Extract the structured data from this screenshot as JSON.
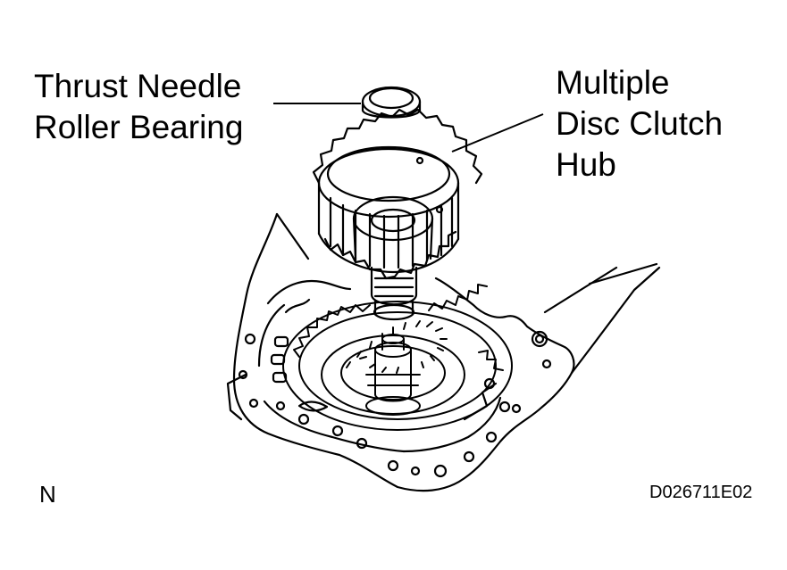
{
  "labels": {
    "bearing": {
      "line1": "Thrust Needle",
      "line2": "Roller Bearing"
    },
    "hub": {
      "line1": "Multiple",
      "line2": "Disc Clutch",
      "line3": "Hub"
    },
    "view": "N",
    "figure_code": "D026711E02"
  },
  "colors": {
    "ink": "#000000",
    "background": "#ffffff"
  }
}
